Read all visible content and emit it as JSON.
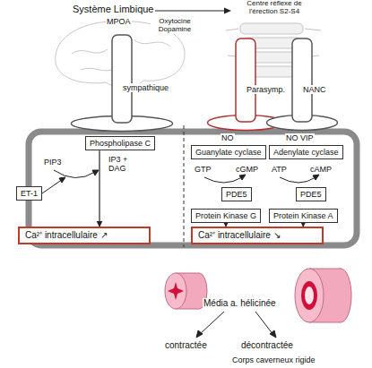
{
  "diagram": {
    "nodes": [
      {
        "text": [
          "sympathique"
        ]
      },
      {
        "text": [
          "Parasymp."
        ]
      },
      {
        "text": [
          "NANC"
        ]
      },
      {
        "text": [
          "Phospholipase C"
        ]
      },
      {
        "text": [
          "ET-1"
        ]
      },
      {
        "text": [
          "Guanylate cyclase"
        ]
      },
      {
        "text": [
          "Adenylate cyclase"
        ]
      },
      {
        "text": [
          "PDE5"
        ]
      },
      {
        "text": [
          "PDE5"
        ]
      },
      {
        "text": [
          "Protein Kinase G"
        ]
      },
      {
        "text": [
          "Protein Kinase A"
        ]
      },
      {
        "text": [
          "Ca²⁺ intracellulaire ↗"
        ]
      },
      {
        "text": [
          "Ca²⁺ intracellulaire ↘"
        ]
      }
    ],
    "edges": [
      {
        "from": 3,
        "to": 11,
        "arrow": "to"
      },
      {
        "from": 9,
        "to": 12,
        "arrow": "to"
      },
      {
        "from": 10,
        "to": 12,
        "arrow": "to"
      }
    ],
    "labels": [
      "Système Limbique",
      "MPOA",
      "Oxytocine Dopamine",
      "Centre réflexe de l'érection S2-S4",
      "PIP3",
      "IP3 + DAG",
      "NO",
      "NO VIP",
      "GTP",
      "cGMP",
      "ATP",
      "cAMP",
      "Média a. hélicinée",
      "contractée",
      "décontractée",
      "Corps caverneux rigide"
    ]
  }
}
